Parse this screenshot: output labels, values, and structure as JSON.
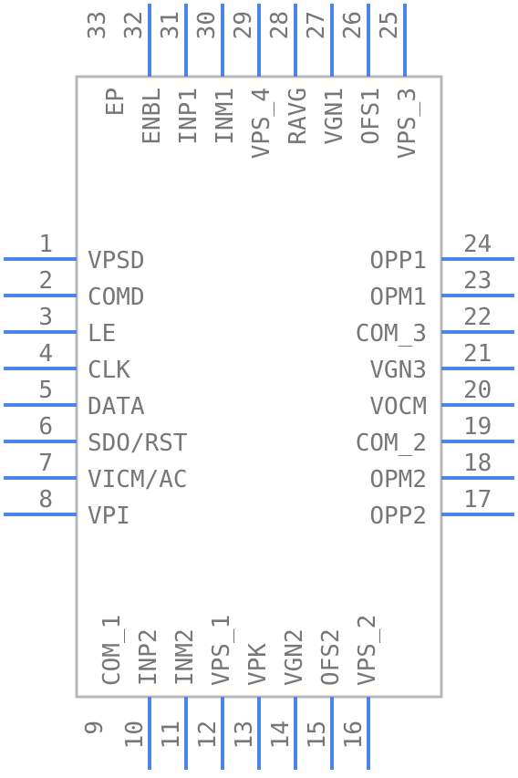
{
  "colors": {
    "body_stroke": "#b8b8b8",
    "pin_color": "#4a86e8",
    "text_color": "#777777"
  },
  "pins": {
    "left": [
      {
        "num": "1",
        "name": "VPSD"
      },
      {
        "num": "2",
        "name": "COMD"
      },
      {
        "num": "3",
        "name": "LE"
      },
      {
        "num": "4",
        "name": "CLK"
      },
      {
        "num": "5",
        "name": "DATA"
      },
      {
        "num": "6",
        "name": "SDO/RST"
      },
      {
        "num": "7",
        "name": "VICM/AC"
      },
      {
        "num": "8",
        "name": "VPI"
      }
    ],
    "right": [
      {
        "num": "24",
        "name": "OPP1"
      },
      {
        "num": "23",
        "name": "OPM1"
      },
      {
        "num": "22",
        "name": "COM_3"
      },
      {
        "num": "21",
        "name": "VGN3"
      },
      {
        "num": "20",
        "name": "VOCM"
      },
      {
        "num": "19",
        "name": "COM_2"
      },
      {
        "num": "18",
        "name": "OPM2"
      },
      {
        "num": "17",
        "name": "OPP2"
      }
    ],
    "bottom": [
      {
        "num": "9",
        "name": "COM_1"
      },
      {
        "num": "10",
        "name": "INP2"
      },
      {
        "num": "11",
        "name": "INM2"
      },
      {
        "num": "12",
        "name": "VPS_1"
      },
      {
        "num": "13",
        "name": "VPK"
      },
      {
        "num": "14",
        "name": "VGN2"
      },
      {
        "num": "15",
        "name": "OFS2"
      },
      {
        "num": "16",
        "name": "VPS_2"
      }
    ],
    "top": [
      {
        "num": "33",
        "name": "EP"
      },
      {
        "num": "32",
        "name": "ENBL"
      },
      {
        "num": "31",
        "name": "INP1"
      },
      {
        "num": "30",
        "name": "INM1"
      },
      {
        "num": "29",
        "name": "VPS_4"
      },
      {
        "num": "28",
        "name": "RAVG"
      },
      {
        "num": "27",
        "name": "VGN1"
      },
      {
        "num": "26",
        "name": "OFS1"
      },
      {
        "num": "25",
        "name": "VPS_3"
      }
    ]
  }
}
